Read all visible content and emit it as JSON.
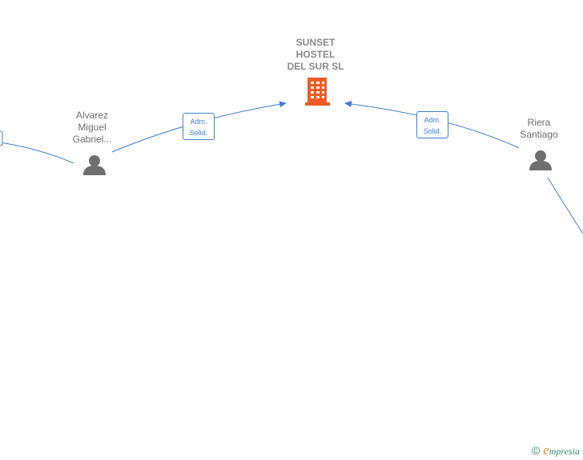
{
  "company": {
    "name_lines": [
      "SUNSET",
      "HOSTEL",
      "DEL SUR  SL"
    ],
    "icon": "building-icon",
    "color": "#f15a24"
  },
  "persons": [
    {
      "name_lines": [
        "Alvarez",
        "Miguel",
        "Gabriel..."
      ],
      "icon": "person-icon"
    },
    {
      "name_lines": [
        "Riera",
        "Santiago"
      ],
      "icon": "person-icon"
    }
  ],
  "edges": [
    {
      "label_lines": [
        "Adm.",
        "Solid."
      ]
    },
    {
      "label_lines": [
        "Adm.",
        "Solid."
      ]
    }
  ],
  "colors": {
    "edge": "#3f7fd3",
    "person": "#6f6f6f",
    "text": "#8a8a8a"
  },
  "footer": {
    "copyright": "©",
    "brand_first": "e",
    "brand_rest": "mpresia"
  }
}
